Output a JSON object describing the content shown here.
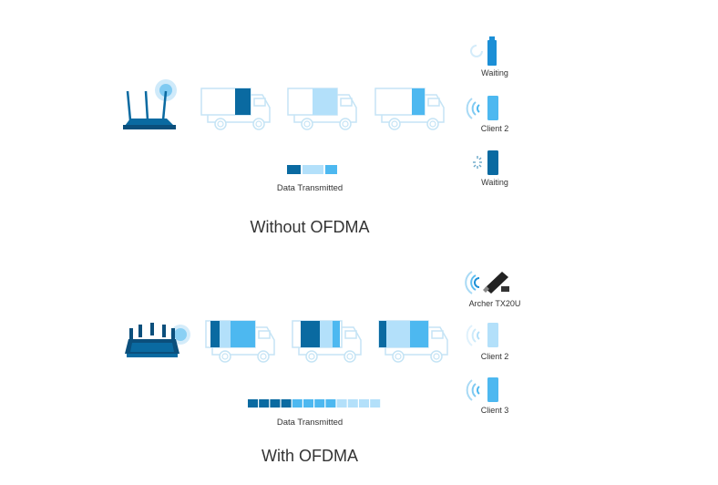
{
  "colors": {
    "dark": "#0a6aa1",
    "mid": "#4db8f0",
    "light": "#b3e0fa",
    "outline": "#c5e4f5",
    "router_dark": "#0b4f7c"
  },
  "without": {
    "title": "Without OFDMA",
    "legend_label": "Data Transmitted",
    "legend_segments": [
      "dark",
      "light",
      "mid"
    ],
    "trucks": [
      {
        "cargo": [
          "dark"
        ]
      },
      {
        "cargo": [
          "light"
        ]
      },
      {
        "cargo": [
          "mid"
        ]
      }
    ],
    "clients": [
      {
        "label": "Waiting",
        "color": "mid",
        "device": "usb-adapter",
        "state": "waiting"
      },
      {
        "label": "Client 2",
        "color": "mid",
        "device": "phone",
        "state": "receiving"
      },
      {
        "label": "Waiting",
        "color": "dark",
        "device": "phone",
        "state": "waiting"
      }
    ]
  },
  "with": {
    "title": "With OFDMA",
    "legend_label": "Data Transmitted",
    "legend_segments": [
      "dark",
      "dark",
      "dark",
      "dark",
      "mid",
      "mid",
      "mid",
      "mid",
      "light",
      "light",
      "light",
      "light"
    ],
    "trucks": [
      {
        "cargo": [
          "dark",
          "light",
          "mid"
        ]
      },
      {
        "cargo": [
          "dark",
          "light",
          "mid"
        ]
      },
      {
        "cargo": [
          "dark",
          "light",
          "mid"
        ]
      }
    ],
    "clients": [
      {
        "label": "Archer TX20U",
        "color": "dark",
        "device": "usb-dongle",
        "state": "receiving"
      },
      {
        "label": "Client 2",
        "color": "light",
        "device": "phone",
        "state": "receiving"
      },
      {
        "label": "Client 3",
        "color": "mid",
        "device": "phone",
        "state": "receiving"
      }
    ]
  }
}
